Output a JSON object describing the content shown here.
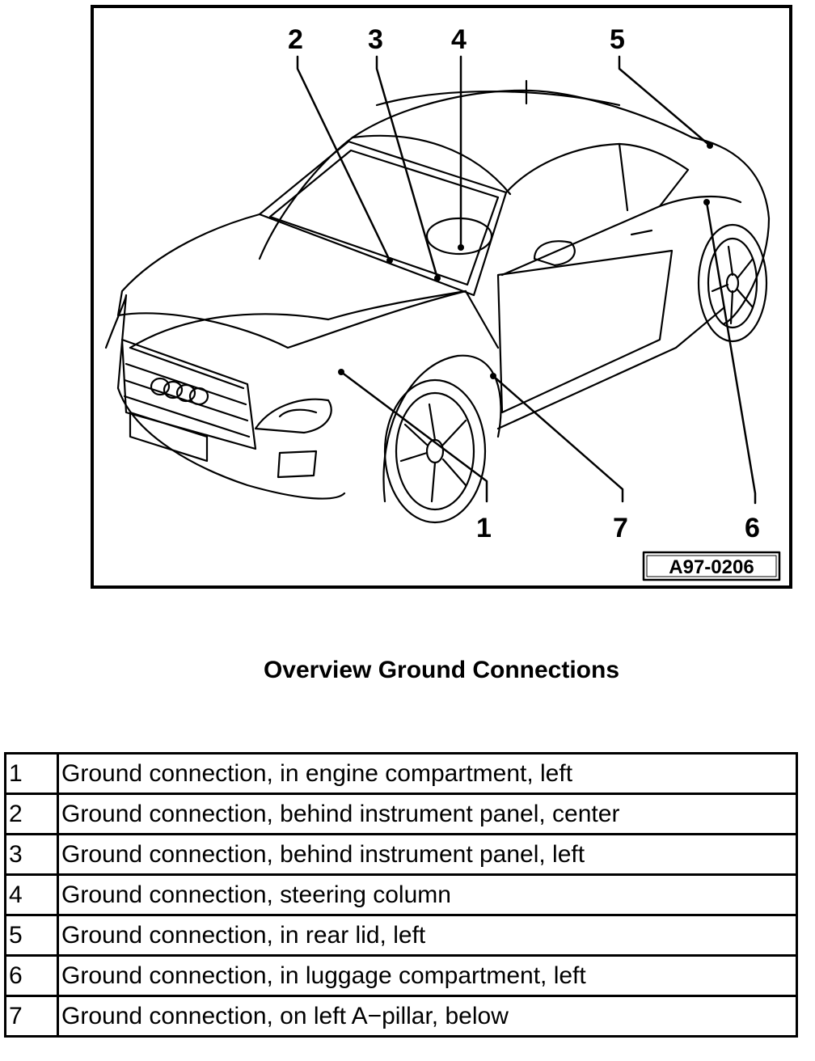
{
  "figure": {
    "id": "A97-0206",
    "callouts": [
      "1",
      "2",
      "3",
      "4",
      "5",
      "6",
      "7"
    ]
  },
  "title": "Overview Ground Connections",
  "legend": [
    {
      "num": "1",
      "text": "Ground connection, in engine compartment, left"
    },
    {
      "num": "2",
      "text": "Ground connection, behind instrument panel, center"
    },
    {
      "num": "3",
      "text": "Ground connection, behind instrument panel, left"
    },
    {
      "num": "4",
      "text": "Ground connection, steering column"
    },
    {
      "num": "5",
      "text": "Ground connection, in rear lid, left"
    },
    {
      "num": "6",
      "text": "Ground connection, in luggage compartment, left"
    },
    {
      "num": "7",
      "text": "Ground connection, on left A−pillar, below"
    }
  ]
}
